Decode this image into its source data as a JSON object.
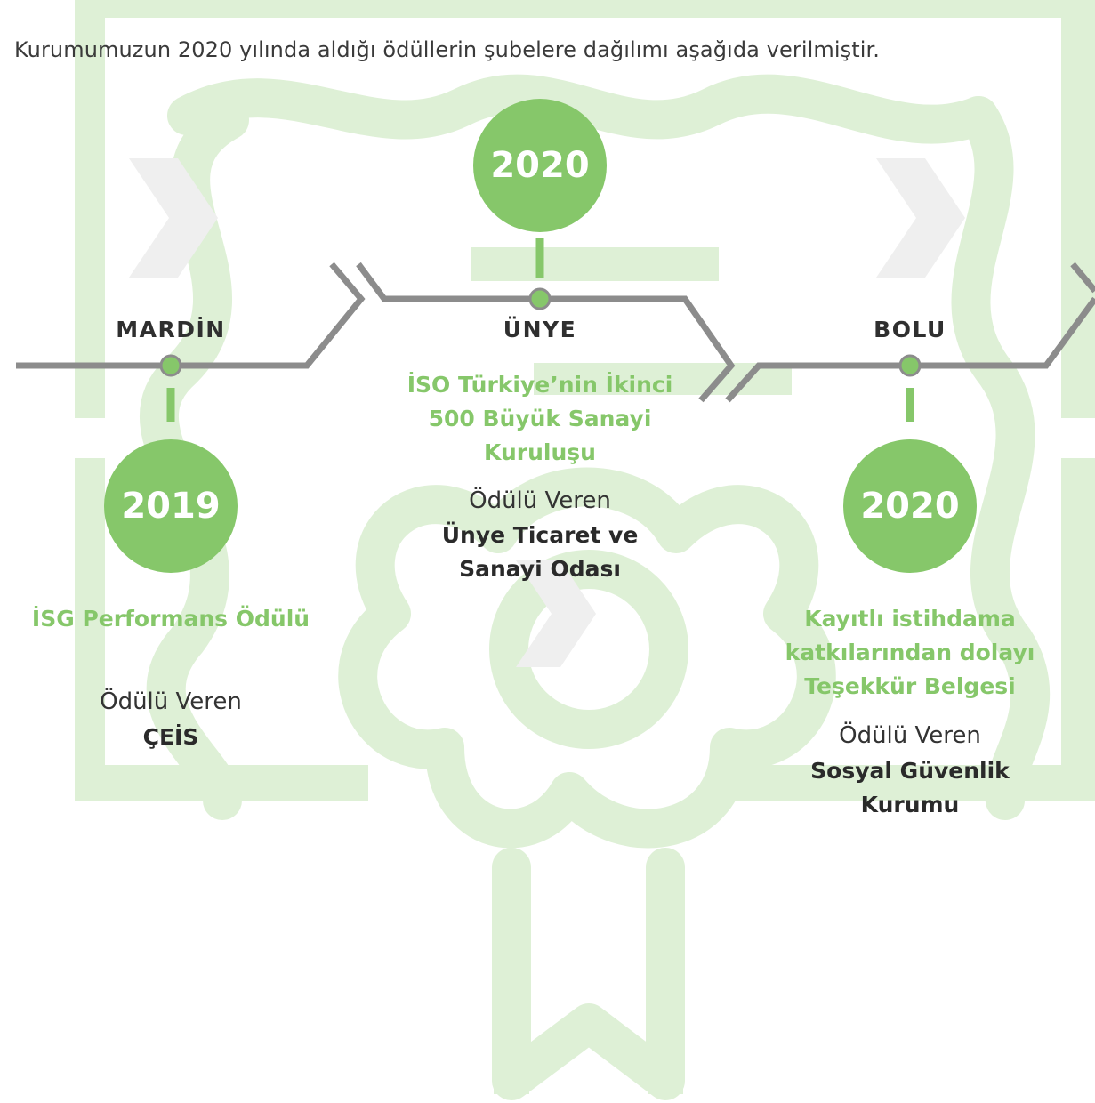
{
  "intro": "Kurumumuzun 2020 yılında aldığı ödüllerin şubelere dağılımı aşağıda verilmiştir.",
  "colors": {
    "accent": "#86c76a",
    "line": "#8c8c8c",
    "watermark": "#def0d6"
  },
  "branches": [
    {
      "city": "MARDİN",
      "year": "2019",
      "award": "İSG Performans Ödülü",
      "giver_label": "Ödülü Veren",
      "giver": "ÇEİS"
    },
    {
      "city": "ÜNYE",
      "year": "2020",
      "award": "İSO Türkiye’nin İkinci 500 Büyük Sanayi Kuruluşu",
      "giver_label": "Ödülü Veren",
      "giver": "Ünye Ticaret ve Sanayi Odası"
    },
    {
      "city": "BOLU",
      "year": "2020",
      "award": "Kayıtlı istihdama katkılarından dolayı Teşekkür Belgesi",
      "giver_label": "Ödülü Veren",
      "giver": "Sosyal Güvenlik Kurumu"
    }
  ]
}
